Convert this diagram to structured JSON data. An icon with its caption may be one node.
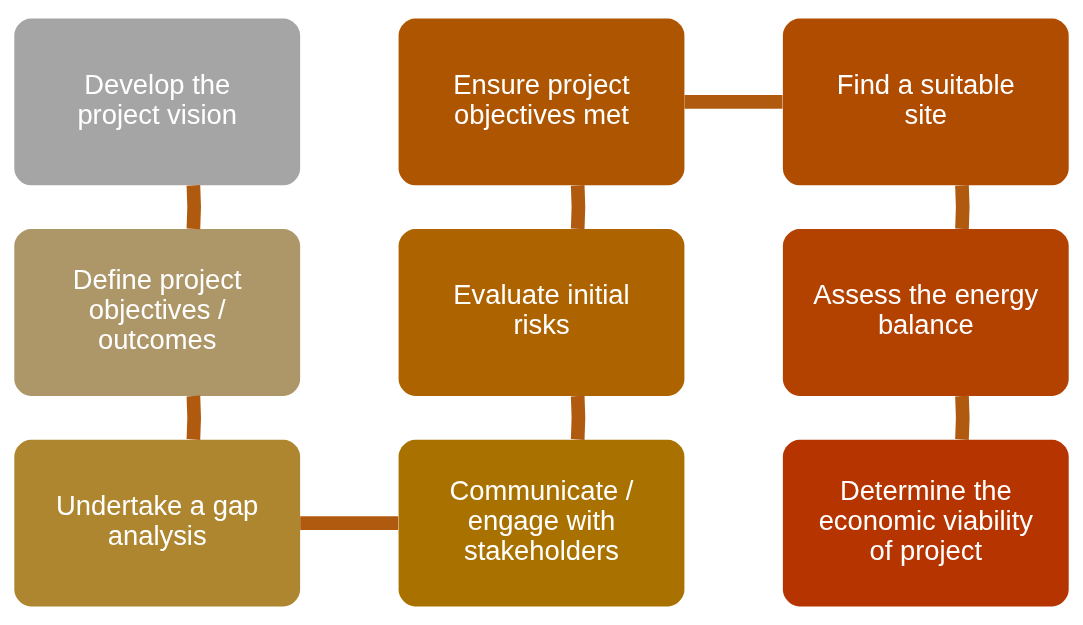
{
  "diagram": {
    "nodes": [
      {
        "text": [
          "Develop the project vision"
        ]
      },
      {
        "text": [
          "Define project objectives / outcomes"
        ]
      },
      {
        "text": [
          "Undertake a gap analysis"
        ]
      },
      {
        "text": [
          "Communicate / engage with stakeholders"
        ]
      },
      {
        "text": [
          "Evaluate initial risks"
        ]
      },
      {
        "text": [
          "Ensure project objectives met"
        ]
      },
      {
        "text": [
          "Find a suitable site"
        ]
      },
      {
        "text": [
          "Assess the energy balance"
        ]
      },
      {
        "text": [
          "Determine the economic viability of project"
        ]
      }
    ],
    "edges": [
      {
        "from": 0,
        "to": 1,
        "arrow": "none"
      },
      {
        "from": 1,
        "to": 2,
        "arrow": "none"
      },
      {
        "from": 2,
        "to": 3,
        "arrow": "none"
      },
      {
        "from": 3,
        "to": 4,
        "arrow": "none"
      },
      {
        "from": 4,
        "to": 5,
        "arrow": "none"
      },
      {
        "from": 5,
        "to": 6,
        "arrow": "none"
      },
      {
        "from": 6,
        "to": 7,
        "arrow": "none"
      },
      {
        "from": 7,
        "to": 8,
        "arrow": "none"
      }
    ]
  }
}
